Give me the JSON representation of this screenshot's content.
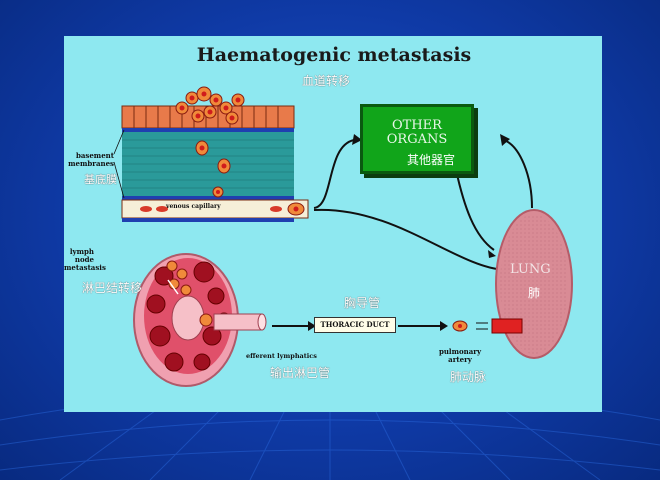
{
  "title": "Haematogenic metastasis",
  "title_cn": "血道转移",
  "labels": {
    "basement": [
      "basement",
      "membranes"
    ],
    "basement_cn": "基底膜",
    "venous_capillary": "venous capillary",
    "other_organs": [
      "OTHER",
      "ORGANS"
    ],
    "other_organs_cn": "其他器官",
    "lung": "LUNG",
    "lung_cn": "肺",
    "lymph": [
      "lymph",
      "node",
      "metastasis"
    ],
    "lymph_cn": "淋巴结转移",
    "thoracic_duct": "THORACIC DUCT",
    "thoracic_duct_cn": "胸导管",
    "efferent": "efferent lymphatics",
    "efferent_cn": "输出淋巴管",
    "pulmonary": [
      "pulmonary",
      "artery"
    ],
    "pulmonary_cn": "肺动脉"
  },
  "colors": {
    "slide_bg": "#0f3aa6",
    "panel_bg": "#8ee8f0",
    "other_box": "#11a51a",
    "lung": "#d98b95",
    "vessel_red": "#e02222"
  }
}
